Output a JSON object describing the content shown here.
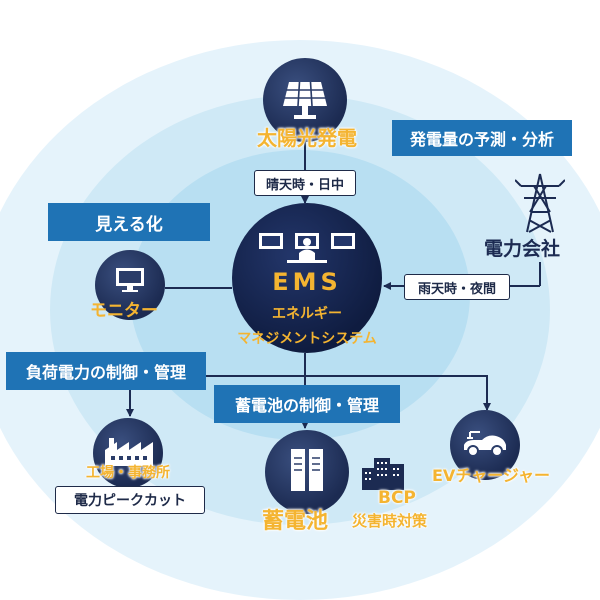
{
  "colors": {
    "navy": "#1c2b52",
    "gold": "#f4b431",
    "blue_box": "#1f73b5",
    "ring_light": "#e5f3fb",
    "ring_mid": "#cfe9f6",
    "ring_inner": "#b8dff2"
  },
  "nodes": {
    "solar": {
      "label": "太陽光発電",
      "icon": "solar-panel-icon"
    },
    "monitor": {
      "label": "モニター",
      "icon": "monitor-icon"
    },
    "ems": {
      "title": "EMS",
      "subtitle_line1": "エネルギー",
      "subtitle_line2": "マネジメントシステム",
      "icon": "control-room-icon"
    },
    "factory": {
      "label": "工場・事務所",
      "icon": "factory-icon"
    },
    "battery": {
      "label": "蓄電池",
      "icon": "battery-icon"
    },
    "bcp": {
      "title": "BCP",
      "subtitle": "災害時対策",
      "icon": "city-building-icon"
    },
    "ev": {
      "label": "EVチャージャー",
      "icon": "ev-car-icon"
    },
    "utility": {
      "label": "電力会社",
      "icon": "power-tower-icon"
    }
  },
  "boxes": {
    "forecast": "発電量の予測・分析",
    "visualize": "見える化",
    "load_control": "負荷電力の制御・管理",
    "battery_control": "蓄電池の制御・管理",
    "peak_cut": "電力ピークカット",
    "sunny": "晴天時・日中",
    "rainy": "雨天時・夜間"
  }
}
